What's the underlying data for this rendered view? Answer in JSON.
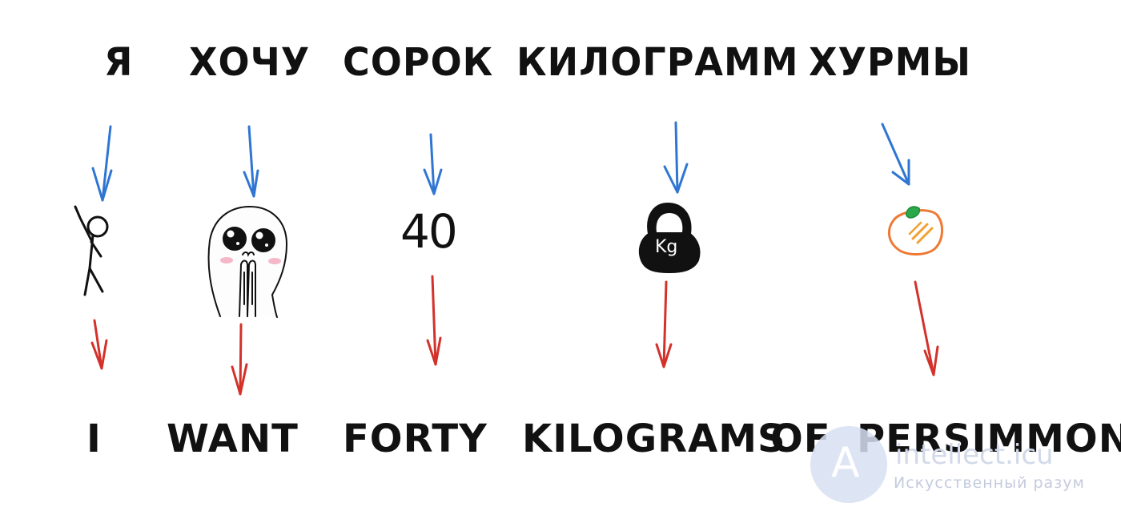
{
  "russian_words": [
    "Я",
    "ХОЧУ",
    "СОРОК",
    "КИЛОГРАММ",
    "ХУРМЫ"
  ],
  "english_words": [
    "I",
    "WANT",
    "FORTY",
    "KILOGRAMS",
    "OF",
    "PERSIMMONS"
  ],
  "icons": {
    "number": "40",
    "weight_label": "Kg"
  },
  "watermark": {
    "logo_letter": "A",
    "name": "intellect.icu",
    "tagline": "Искусственный разум"
  },
  "colors": {
    "top_arrow": "#2f76d2",
    "bottom_arrow": "#d3322b",
    "persimmon": "#ee7a35",
    "leaf": "#2aa84a",
    "ink": "#111111"
  }
}
